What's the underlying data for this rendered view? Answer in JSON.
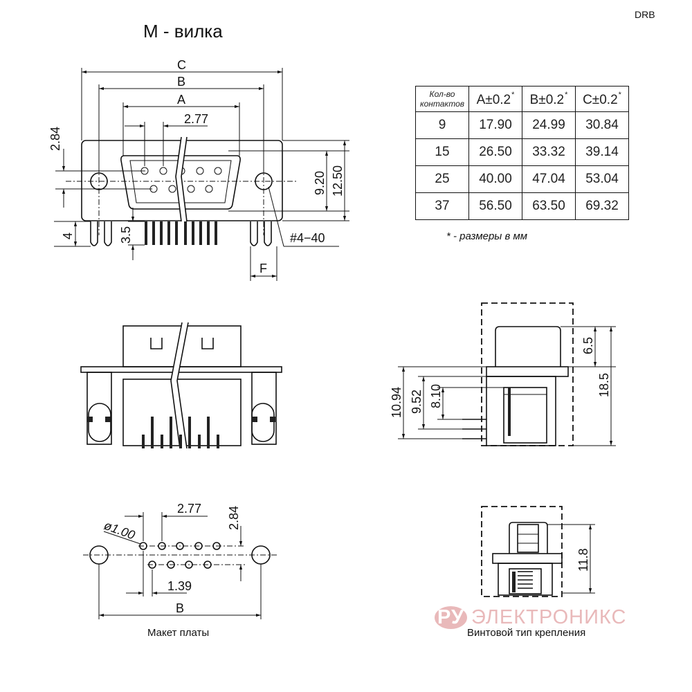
{
  "header": {
    "title": "М - вилка",
    "code": "DRB"
  },
  "table": {
    "headers": [
      "Кол-во контактов",
      "A±0.2",
      "B±0.2",
      "C±0.2"
    ],
    "header_mark": "*",
    "rows": [
      [
        "9",
        "17.90",
        "24.99",
        "30.84"
      ],
      [
        "15",
        "26.50",
        "33.32",
        "39.14"
      ],
      [
        "25",
        "40.00",
        "47.04",
        "53.04"
      ],
      [
        "37",
        "56.50",
        "63.50",
        "69.32"
      ]
    ],
    "note": "* - размеры в мм"
  },
  "front_view": {
    "dims": {
      "C": "C",
      "B": "B",
      "A": "A",
      "pitch": "2.77",
      "row_offset": "2.84",
      "h_inner": "9.20",
      "h_outer": "12.50",
      "pin_len": "4",
      "tail": "3.5",
      "thread": "#4−40",
      "F": "F"
    }
  },
  "side_view": {
    "dims": {
      "d1": "6.5",
      "d2": "18.5",
      "d3": "10.94",
      "d4": "9.52",
      "d5": "8.10"
    }
  },
  "pcb_layout": {
    "caption": "Макет платы",
    "dims": {
      "pitch": "2.77",
      "row_offset": "2.84",
      "hole": "ø1.00",
      "half_pitch": "1.39",
      "B": "B"
    }
  },
  "screw_view": {
    "caption": "Винтовой тип крепления",
    "dims": {
      "height": "11.8"
    }
  },
  "watermark": {
    "badge": "РУ",
    "text": "ЭЛЕКТРОНИКС"
  }
}
